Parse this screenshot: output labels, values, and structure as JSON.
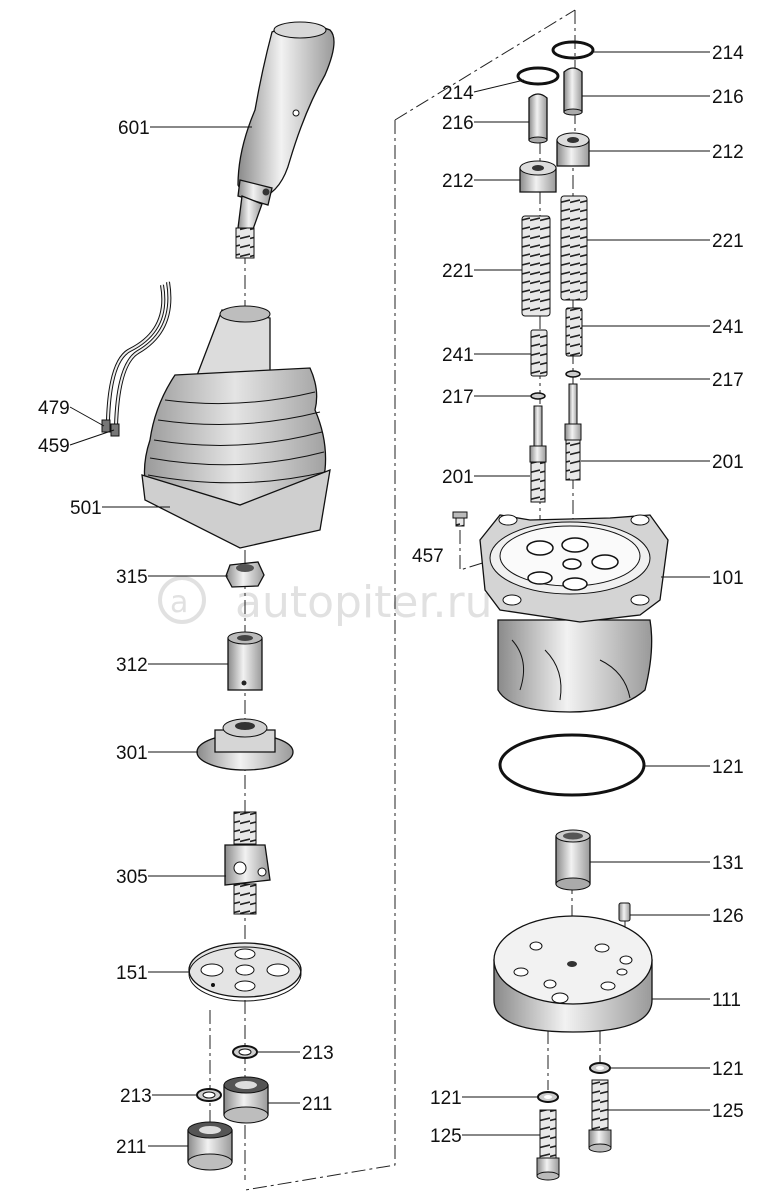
{
  "watermark": "autopiter.ru",
  "callouts": [
    {
      "id": "601",
      "text": "601"
    },
    {
      "id": "479",
      "text": "479"
    },
    {
      "id": "459",
      "text": "459"
    },
    {
      "id": "501",
      "text": "501"
    },
    {
      "id": "315",
      "text": "315"
    },
    {
      "id": "312",
      "text": "312"
    },
    {
      "id": "301",
      "text": "301"
    },
    {
      "id": "305",
      "text": "305"
    },
    {
      "id": "151",
      "text": "151"
    },
    {
      "id": "213a",
      "text": "213"
    },
    {
      "id": "213b",
      "text": "213"
    },
    {
      "id": "211a",
      "text": "211"
    },
    {
      "id": "211b",
      "text": "211"
    },
    {
      "id": "214a",
      "text": "214"
    },
    {
      "id": "214b",
      "text": "214"
    },
    {
      "id": "216a",
      "text": "216"
    },
    {
      "id": "216b",
      "text": "216"
    },
    {
      "id": "212a",
      "text": "212"
    },
    {
      "id": "212b",
      "text": "212"
    },
    {
      "id": "221a",
      "text": "221"
    },
    {
      "id": "221b",
      "text": "221"
    },
    {
      "id": "241a",
      "text": "241"
    },
    {
      "id": "241b",
      "text": "241"
    },
    {
      "id": "217a",
      "text": "217"
    },
    {
      "id": "217b",
      "text": "217"
    },
    {
      "id": "201a",
      "text": "201"
    },
    {
      "id": "201b",
      "text": "201"
    },
    {
      "id": "457",
      "text": "457"
    },
    {
      "id": "101",
      "text": "101"
    },
    {
      "id": "121a",
      "text": "121"
    },
    {
      "id": "131",
      "text": "131"
    },
    {
      "id": "126",
      "text": "126"
    },
    {
      "id": "111",
      "text": "111"
    },
    {
      "id": "121b",
      "text": "121"
    },
    {
      "id": "121c",
      "text": "121"
    },
    {
      "id": "125a",
      "text": "125"
    },
    {
      "id": "125b",
      "text": "125"
    }
  ]
}
